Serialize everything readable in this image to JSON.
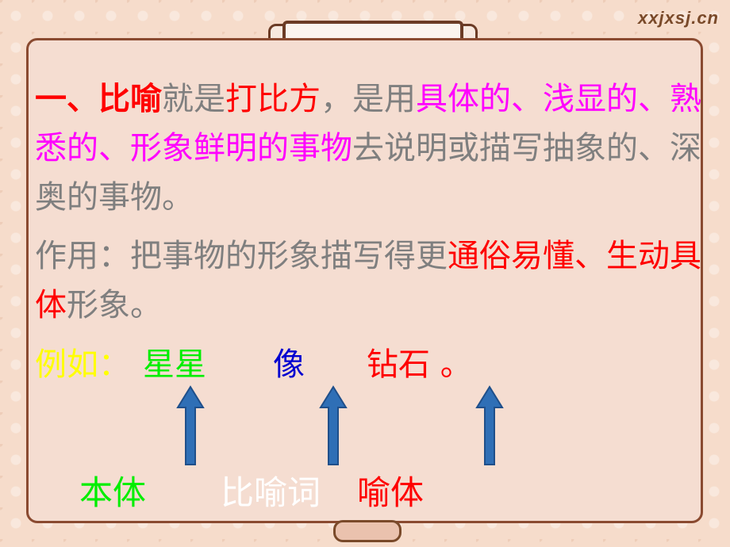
{
  "logo": "xxjxsj.cn",
  "paragraph1": {
    "part1": "一、",
    "part2": "比喻",
    "part3": "就是",
    "part4": "打比方",
    "part5": "，是用",
    "part6": "具体的、浅显的、熟悉的、形象鲜明的事物",
    "part7": "去说明或描写抽象的、深奥的事物。"
  },
  "paragraph2": {
    "part1": "作用：把事物的形象描写得更",
    "part2": "通俗易懂、生动具体",
    "part3": "形象。"
  },
  "example": {
    "prefix": "例如：",
    "tenor": "星星",
    "marker": "像",
    "vehicle": "钻石 。"
  },
  "labels": {
    "benti": "本体",
    "biyuci": "比喻词",
    "yuti": "喻体"
  },
  "colors": {
    "arrow": "#2f6fb6",
    "arrow_outline": "#1f4f8a"
  }
}
